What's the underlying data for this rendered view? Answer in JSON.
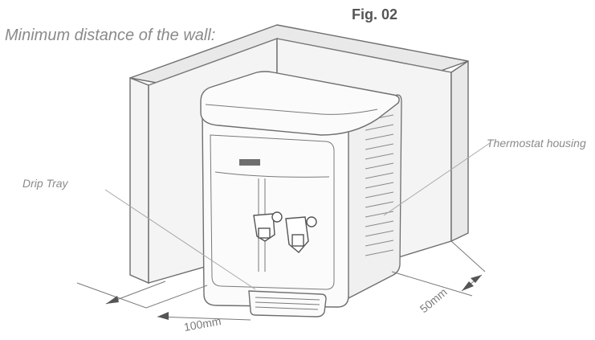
{
  "figure": {
    "fig_label": "Fig. 02",
    "caption": "Minimum distance of the wall:"
  },
  "callouts": {
    "thermostat": "Thermostat housing",
    "drip_tray": "Drip Tray"
  },
  "dimensions": {
    "front_clearance": "100mm",
    "side_clearance": "50mm"
  }
}
